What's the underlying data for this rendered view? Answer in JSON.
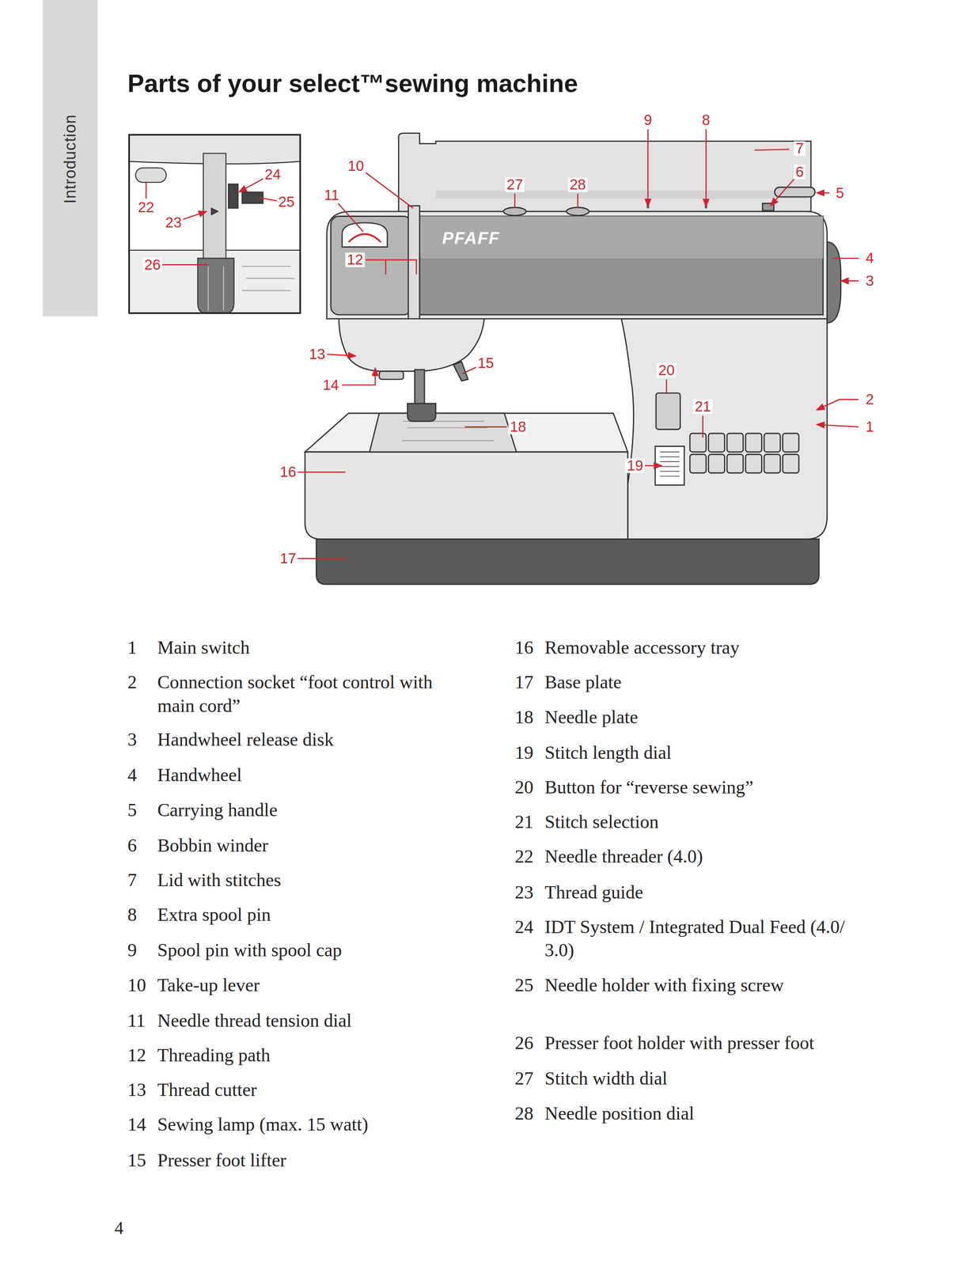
{
  "diagram": {
    "title": "Parts of your select™sewing machine",
    "nodes": [
      {
        "text": [
          "Introduction"
        ]
      }
    ],
    "labels": [
      "PFAFF",
      "1",
      "2",
      "3",
      "4",
      "5",
      "6",
      "7",
      "8",
      "9",
      "10",
      "11",
      "12",
      "13",
      "14",
      "15",
      "16",
      "17",
      "18",
      "19",
      "20",
      "21",
      "22",
      "23",
      "24",
      "25",
      "26",
      "27",
      "28",
      "1",
      "Main switch",
      "2",
      "Connection socket “foot control with main cord”",
      "3",
      "Handwheel release disk",
      "4",
      "Handwheel",
      "5",
      "Carrying handle",
      "6",
      "Bobbin winder",
      "7",
      "Lid with stitches",
      "8",
      "Extra spool pin",
      "9",
      "Spool pin with spool cap",
      "10",
      "Take-up lever",
      "11",
      "Needle thread tension dial",
      "12",
      "Threading path",
      "13",
      "Thread cutter",
      "14",
      "Sewing lamp (max. 15 watt)",
      "15",
      "Presser foot lifter",
      "16",
      "Removable accessory tray",
      "17",
      "Base plate",
      "18",
      "Needle plate",
      "19",
      "Stitch length dial",
      "20",
      "Button for “reverse sewing”",
      "21",
      "Stitch selection",
      "22",
      "Needle threader (4.0)",
      "23",
      "Thread guide",
      "24",
      "IDT System / Integrated Dual Feed (4.0/ 3.0)",
      "25",
      "Needle holder with fixing screw",
      "26",
      "Presser foot holder with presser foot",
      "27",
      "Stitch width dial",
      "28",
      "Needle position dial",
      "4"
    ]
  }
}
